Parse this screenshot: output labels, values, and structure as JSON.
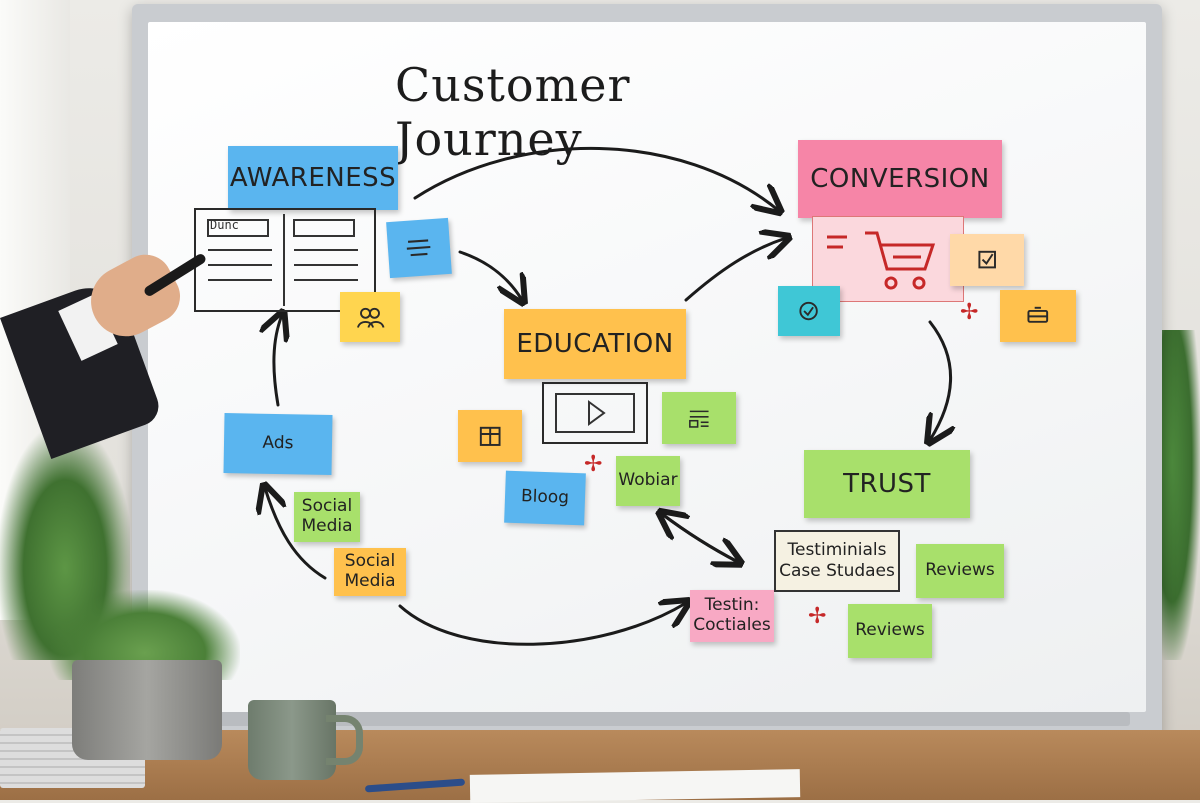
{
  "board": {
    "title": "Customer Journey",
    "stages": {
      "awareness": "AWARENESS",
      "education": "EDUCATION",
      "conversion": "CONVERSION",
      "trust": "TRUST"
    },
    "notes": {
      "ads": "Ads",
      "social_media_1": "Social\nMedia",
      "social_media_2": "Social\nMedia",
      "blog": "Bloog",
      "webinar": "Wobiar",
      "testimonials_pink": "Testin:\nCoctiales",
      "testimonials_box": "Testiminials\nCase Studaes",
      "reviews_1": "Reviews",
      "reviews_2": "Reviews",
      "wireframe_label": "Dunc"
    }
  },
  "colors": {
    "blue": "#5ab5ef",
    "pink": "#f685a7",
    "orange": "#ffc14d",
    "yellow": "#ffd54f",
    "green": "#a8e06b",
    "peach": "#ffd9a8",
    "teal": "#3fc7d6"
  },
  "icons": [
    "chat-lines-icon",
    "people-icon",
    "calendar-icon",
    "video-play-icon",
    "document-icon",
    "shopping-cart-icon",
    "checklist-icon",
    "checkmark-circle-icon",
    "card-icon"
  ]
}
